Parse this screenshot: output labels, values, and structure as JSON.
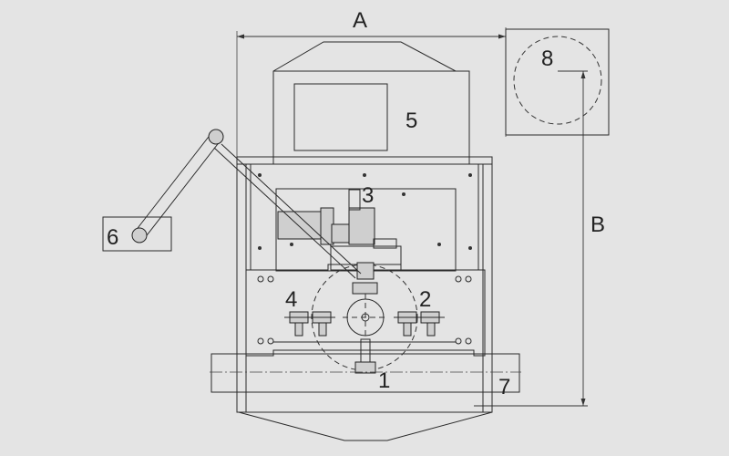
{
  "diagram": {
    "dimension_labels": {
      "width": "A",
      "height": "B"
    },
    "part_labels": [
      "1",
      "2",
      "3",
      "4",
      "5",
      "6",
      "7",
      "8"
    ]
  }
}
